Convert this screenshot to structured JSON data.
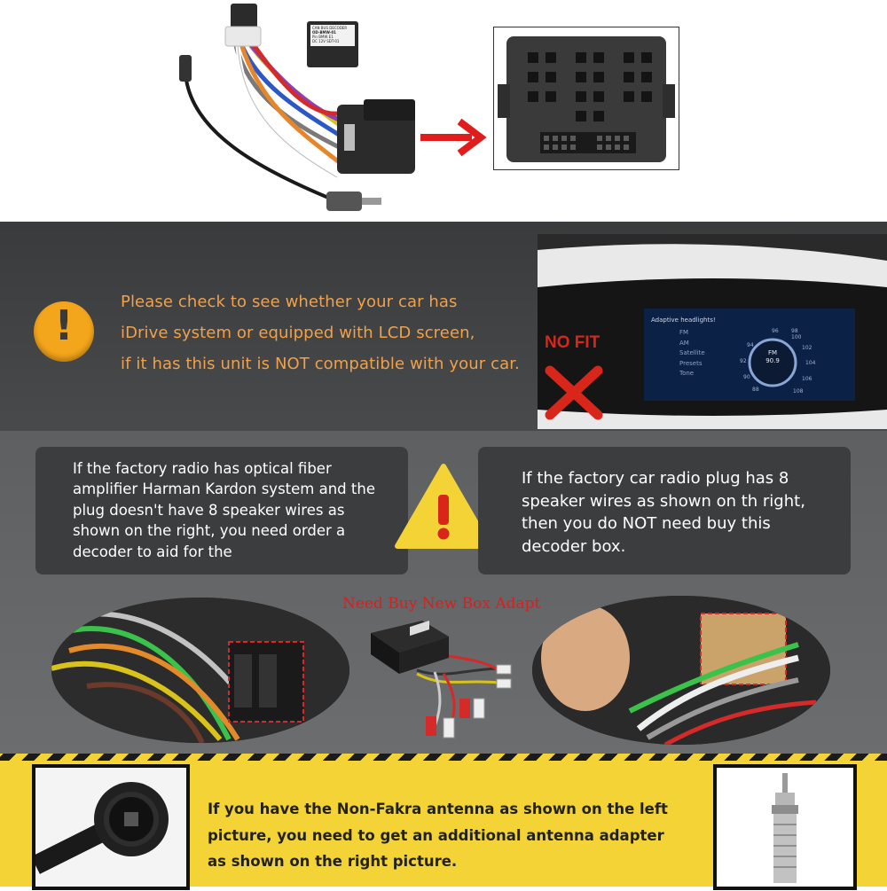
{
  "decoder_label": {
    "line1": "CAN BUS DECODER",
    "line2": "OD-BMW-01",
    "line3": "Pin  BMW  E1",
    "line4": "DC 12V  SDT-01"
  },
  "compatibility": {
    "line1": "Please check to see whether your car has",
    "line2": "iDrive system or equipped with LCD screen,",
    "line3": "if it has this unit is NOT compatible with your car.",
    "no_fit": "NO FIT"
  },
  "idrive_screen": {
    "header": "Adaptive headlights!",
    "menu": [
      "FM",
      "AM",
      "Satellite",
      "Presets",
      "Tone"
    ],
    "dial_freqs": [
      "96",
      "98",
      "100",
      "94",
      "102",
      "92",
      "104",
      "90",
      "106",
      "88",
      "108"
    ],
    "center_band": "FM",
    "center_freq": "90.9"
  },
  "decoder_needed": {
    "text": "If the factory radio has optical fiber amplifier Harman Kardon system and the plug doesn't have 8 speaker wires as shown on the right, you need order a decoder to aid for the"
  },
  "decoder_not_needed": {
    "text": "If the factory car radio plug has 8 speaker wires as shown on th right, then you do NOT need buy this decoder box."
  },
  "need_buy_label": "Need Buy New Box Adapt",
  "antenna_note": {
    "line1": "If you have the Non-Fakra antenna as shown on the left",
    "line2": "picture, you need to get an additional antenna adapter",
    "line3": "as shown on the right picture."
  },
  "colors": {
    "orange_text": "#f0a14a",
    "warning_orange": "#f3a51b",
    "red_arrow": "#e01c1c",
    "dark_band": "#3a3b3c",
    "gray_band": "#5d5f61",
    "yellow_band": "#f3d335"
  }
}
